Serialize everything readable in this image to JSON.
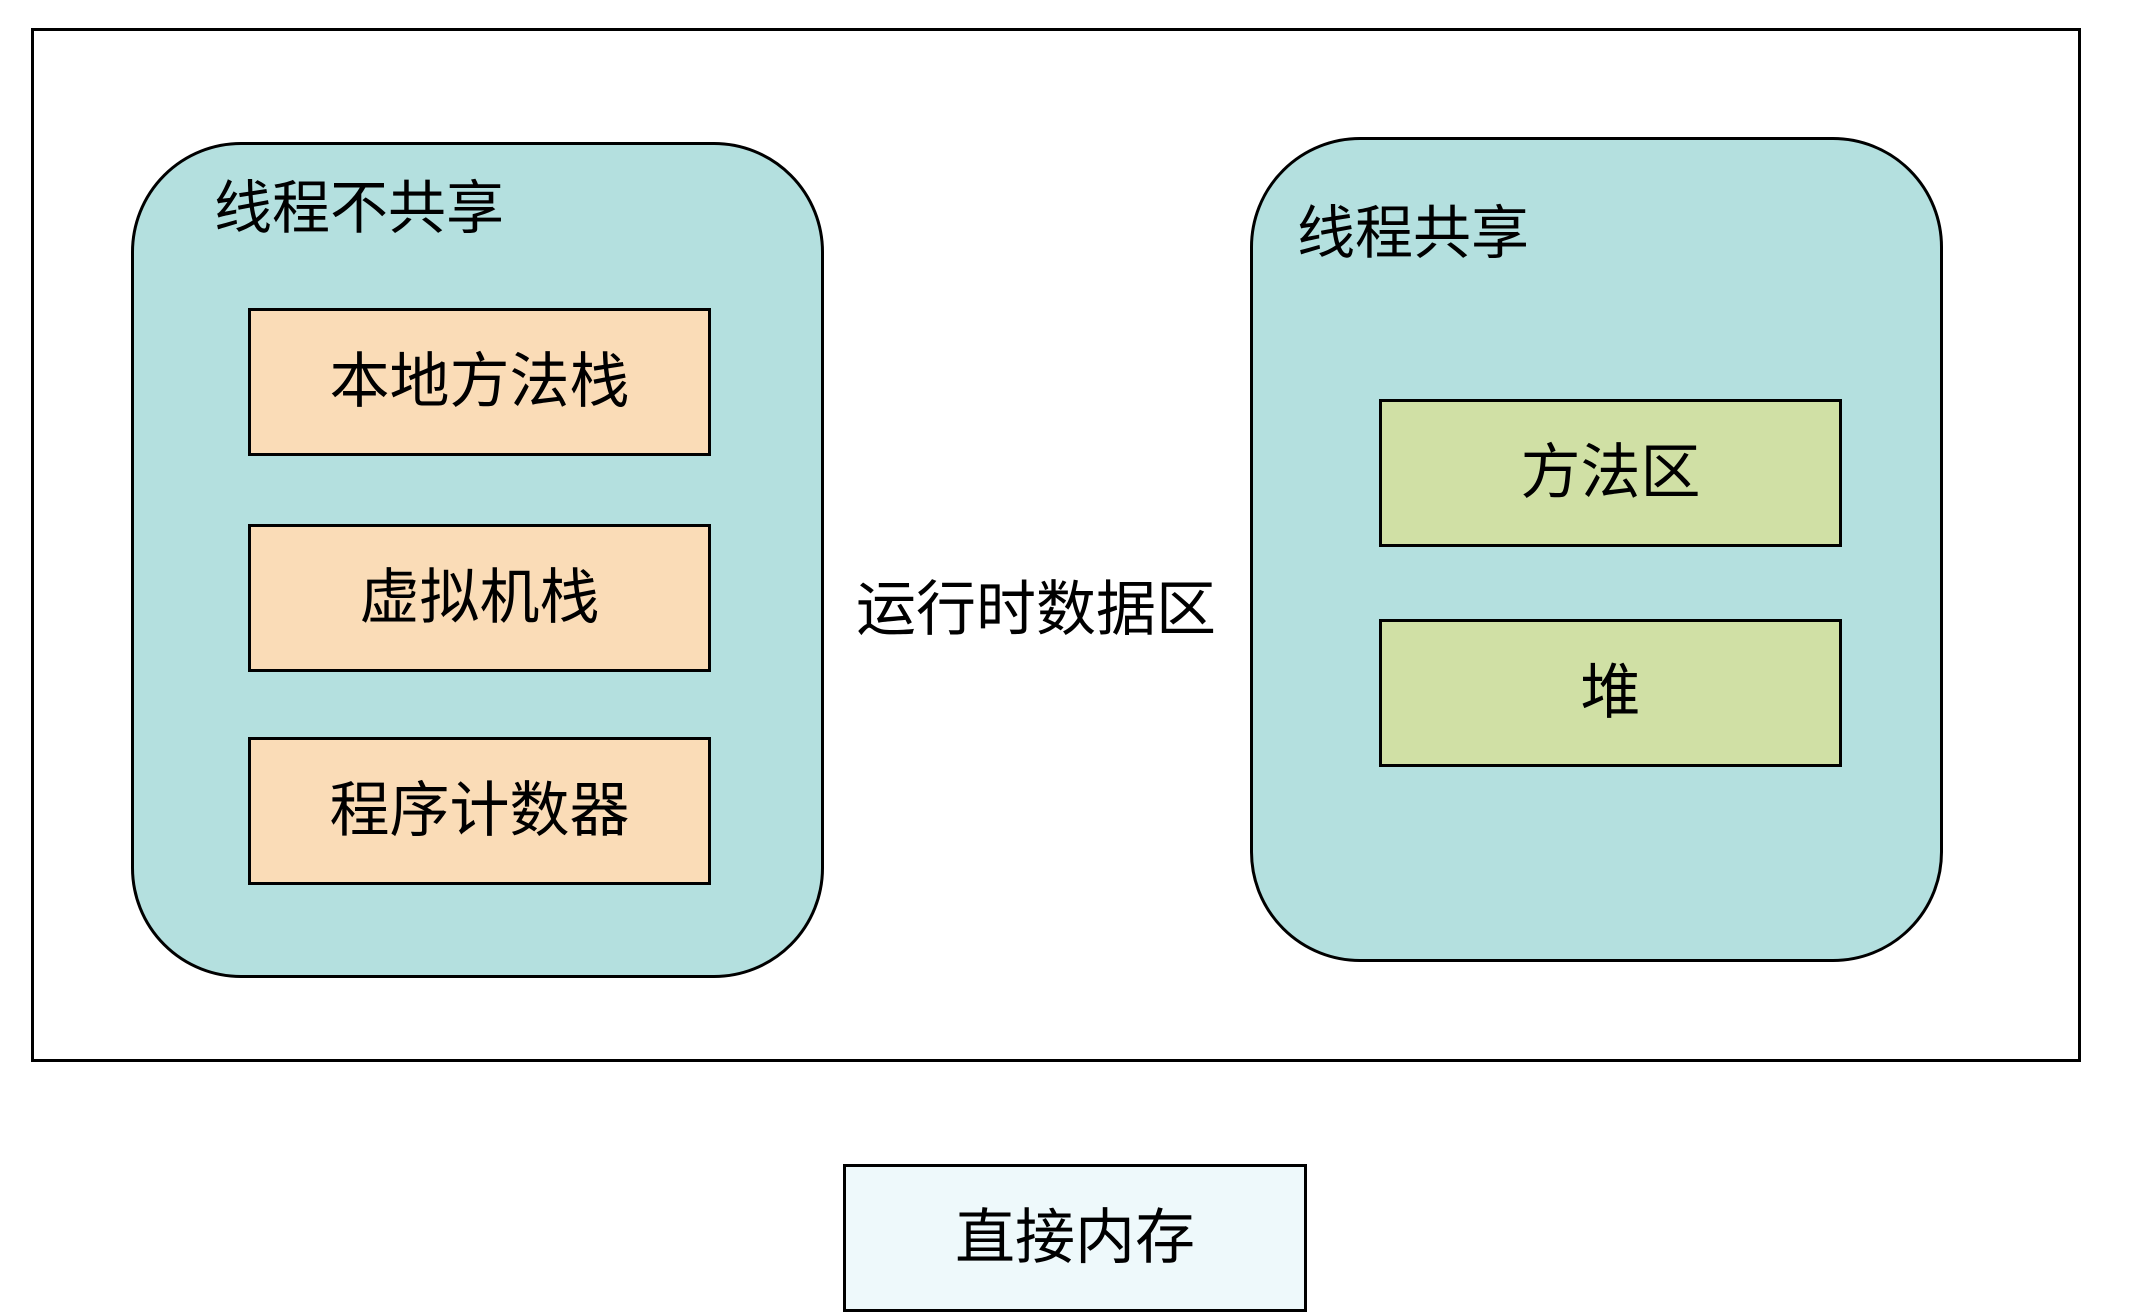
{
  "diagram": {
    "outer_region": {
      "label": "运行时数据区"
    },
    "private_group": {
      "title": "线程不共享",
      "items": [
        {
          "label": "本地方法栈"
        },
        {
          "label": "虚拟机栈"
        },
        {
          "label": "程序计数器"
        }
      ],
      "fill_color": "#b4e0df",
      "item_color": "#fadcb7"
    },
    "shared_group": {
      "title": "线程共享",
      "items": [
        {
          "label": "方法区"
        },
        {
          "label": "堆"
        }
      ],
      "fill_color": "#b4e0df",
      "item_color": "#d0e0a5"
    },
    "external": {
      "label": "直接内存",
      "fill_color": "#eef9fb"
    }
  }
}
